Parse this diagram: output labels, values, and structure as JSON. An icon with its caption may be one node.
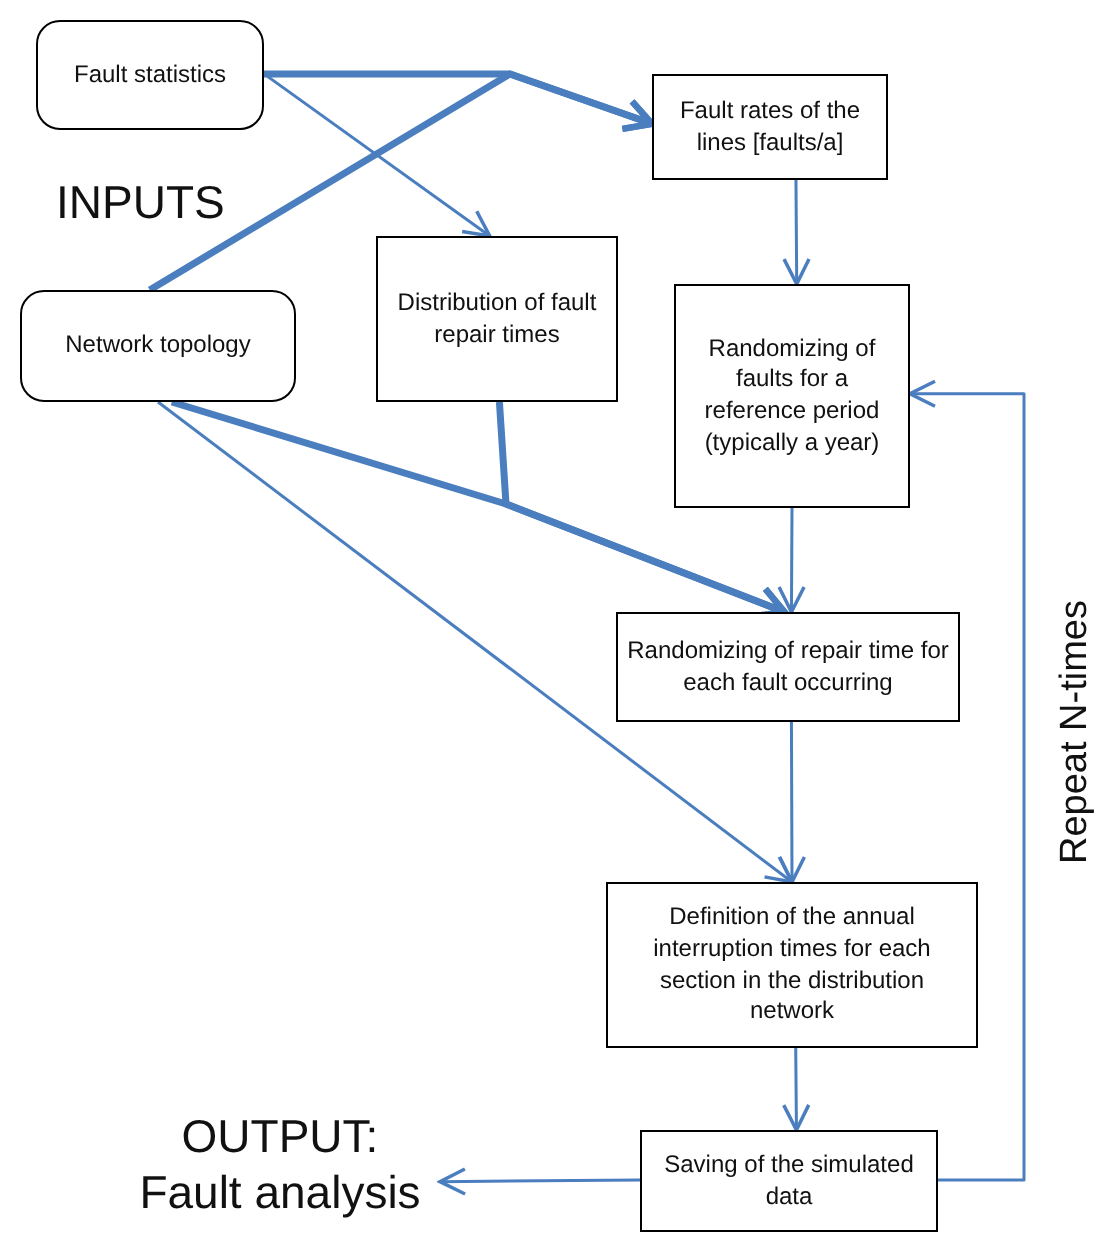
{
  "diagram": {
    "nodes": [
      {
        "text": [
          "Fault statistics"
        ]
      },
      {
        "text": [
          "Network topology"
        ]
      },
      {
        "text": [
          "Distribution of fault repair times"
        ]
      },
      {
        "text": [
          "Fault rates of the lines [faults/a]"
        ]
      },
      {
        "text": [
          "Randomizing of faults for a reference period (typically a year)"
        ]
      },
      {
        "text": [
          "Randomizing of repair time for each fault occurring"
        ]
      },
      {
        "text": [
          "Definition of the annual interruption times for each section in the distribution network"
        ]
      },
      {
        "text": [
          "Saving of the simulated data"
        ]
      },
      {
        "text": [
          "OUTPUT: Fault analysis"
        ]
      }
    ],
    "edges": [
      {
        "from": 0,
        "to": 3,
        "arrow": "to",
        "style": "thick"
      },
      {
        "from": 1,
        "to": 3,
        "arrow": "to",
        "style": "thick"
      },
      {
        "from": 0,
        "to": 2,
        "arrow": "to"
      },
      {
        "from": 1,
        "to": 5,
        "arrow": "to",
        "style": "thick"
      },
      {
        "from": 2,
        "to": 5,
        "arrow": "to",
        "style": "thick"
      },
      {
        "from": 1,
        "to": 6,
        "arrow": "to"
      },
      {
        "from": 3,
        "to": 4,
        "arrow": "to"
      },
      {
        "from": 4,
        "to": 5,
        "arrow": "to"
      },
      {
        "from": 5,
        "to": 6,
        "arrow": "to"
      },
      {
        "from": 6,
        "to": 7,
        "arrow": "to"
      },
      {
        "from": 7,
        "to": 8,
        "arrow": "to"
      },
      {
        "from": 7,
        "to": 4,
        "arrow": "to"
      }
    ],
    "labels": [
      "INPUTS",
      "Repeat N-times"
    ]
  }
}
